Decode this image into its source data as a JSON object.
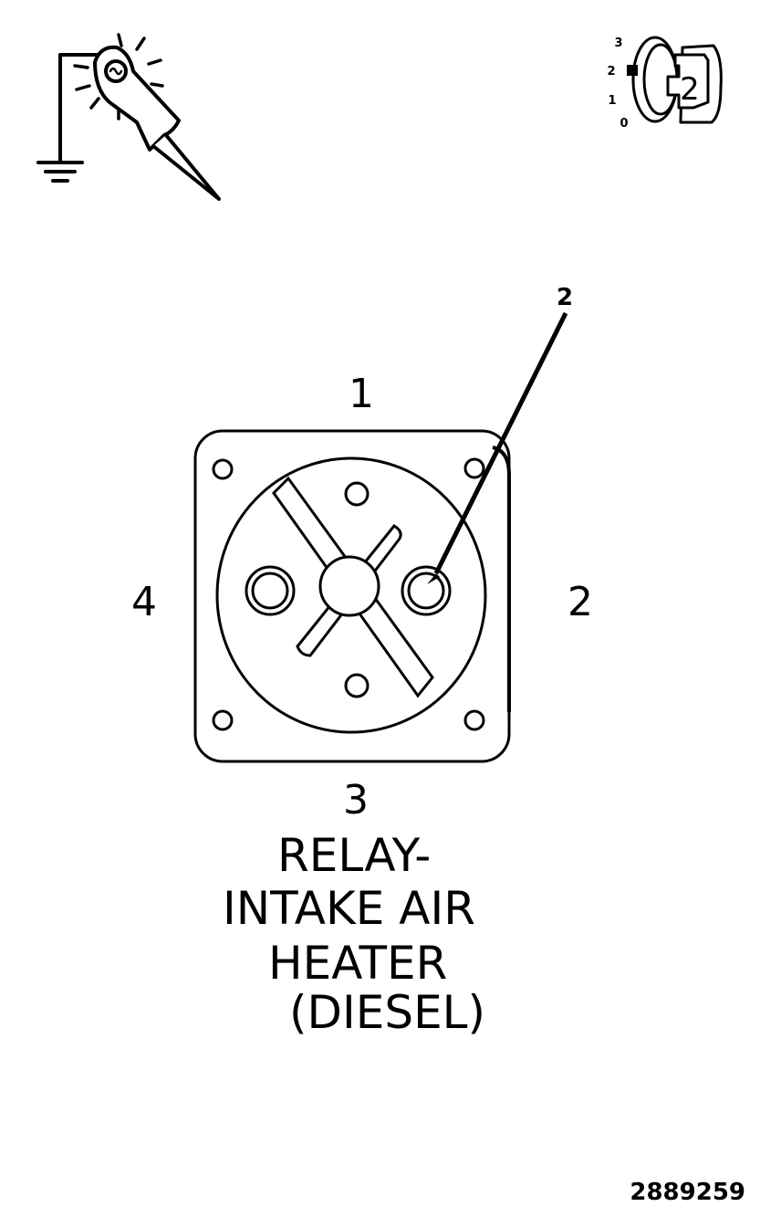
{
  "key_switch": {
    "positions": [
      "3",
      "2",
      "1",
      "0"
    ],
    "selected_position": "2"
  },
  "relay": {
    "terminal_labels": {
      "top": "1",
      "right": "2",
      "bottom": "3",
      "left": "4"
    },
    "callout": "2"
  },
  "caption": {
    "line1": "RELAY-",
    "line2": "INTAKE AIR",
    "line3": "HEATER",
    "line4": "(DIESEL)"
  },
  "figure_number": "2889259"
}
